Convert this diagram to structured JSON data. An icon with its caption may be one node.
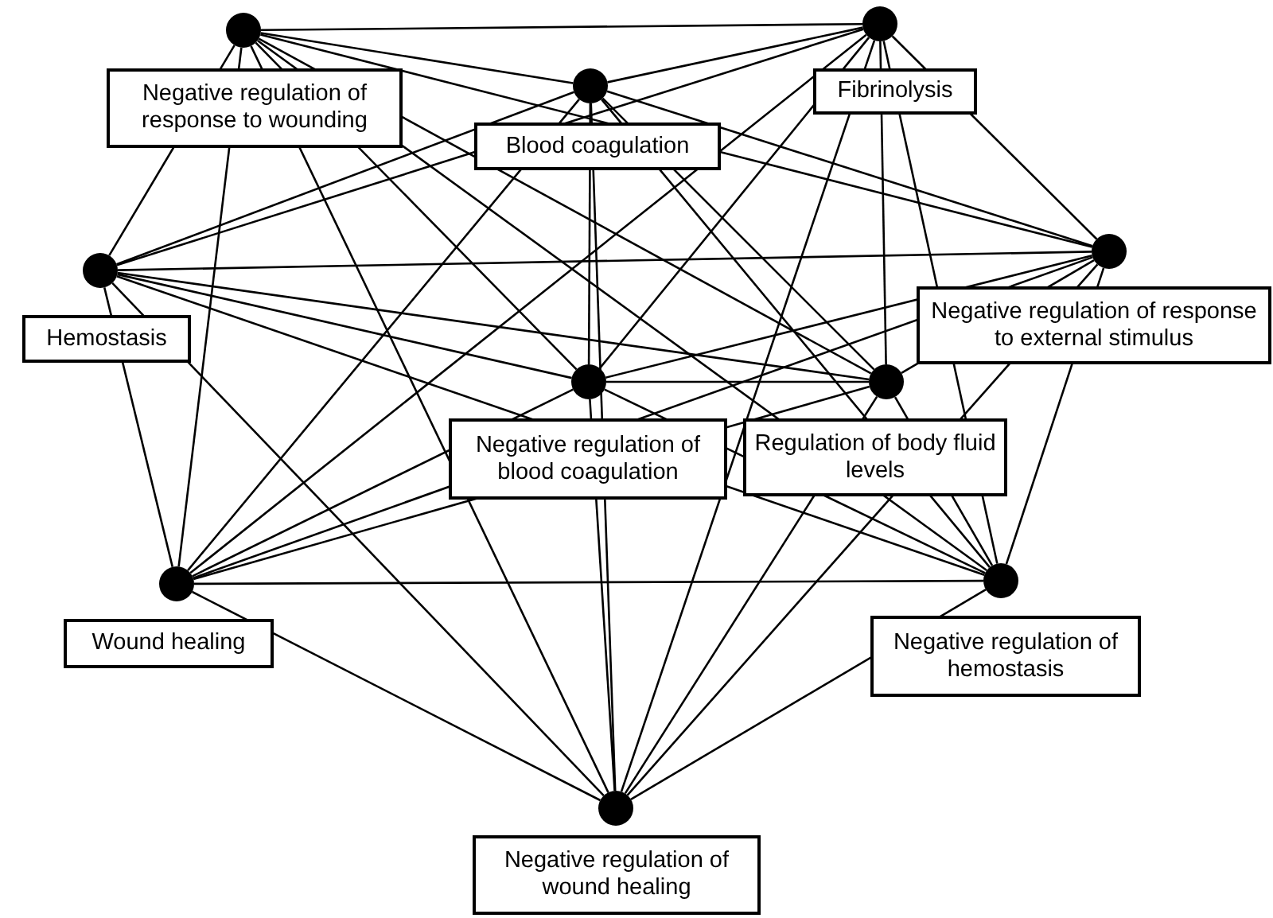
{
  "diagram": {
    "nodes": [
      {
        "text": [],
        "shape": "circle",
        "beside": [
          "Negative regulation of response to wounding"
        ]
      },
      {
        "text": [],
        "shape": "circle",
        "beside": [
          "Fibrinolysis"
        ]
      },
      {
        "text": [],
        "shape": "circle",
        "beside": [
          "Blood coagulation"
        ]
      },
      {
        "text": [],
        "shape": "circle",
        "beside": [
          "Hemostasis"
        ]
      },
      {
        "text": [],
        "shape": "circle",
        "beside": [
          "Negative regulation of response to external stimulus"
        ]
      },
      {
        "text": [],
        "shape": "circle",
        "beside": [
          "Negative regulation of blood coagulation"
        ]
      },
      {
        "text": [],
        "shape": "circle",
        "beside": [
          "Regulation of body fluid levels"
        ]
      },
      {
        "text": [],
        "shape": "circle",
        "beside": [
          "Wound healing"
        ]
      },
      {
        "text": [],
        "shape": "circle",
        "beside": [
          "Negative regulation of hemostasis"
        ]
      },
      {
        "text": [],
        "shape": "circle",
        "beside": [
          "Negative regulation of wound healing"
        ]
      }
    ],
    "edges": [
      {
        "from": 0,
        "to": 1,
        "arrow": "none"
      },
      {
        "from": 0,
        "to": 2,
        "arrow": "none"
      },
      {
        "from": 0,
        "to": 3,
        "arrow": "none"
      },
      {
        "from": 0,
        "to": 4,
        "arrow": "none"
      },
      {
        "from": 0,
        "to": 5,
        "arrow": "none"
      },
      {
        "from": 0,
        "to": 6,
        "arrow": "none"
      },
      {
        "from": 0,
        "to": 7,
        "arrow": "none"
      },
      {
        "from": 0,
        "to": 8,
        "arrow": "none"
      },
      {
        "from": 0,
        "to": 9,
        "arrow": "none"
      },
      {
        "from": 1,
        "to": 2,
        "arrow": "none"
      },
      {
        "from": 1,
        "to": 3,
        "arrow": "none"
      },
      {
        "from": 1,
        "to": 4,
        "arrow": "none"
      },
      {
        "from": 1,
        "to": 5,
        "arrow": "none"
      },
      {
        "from": 1,
        "to": 6,
        "arrow": "none"
      },
      {
        "from": 1,
        "to": 7,
        "arrow": "none"
      },
      {
        "from": 1,
        "to": 8,
        "arrow": "none"
      },
      {
        "from": 1,
        "to": 9,
        "arrow": "none"
      },
      {
        "from": 2,
        "to": 3,
        "arrow": "none"
      },
      {
        "from": 2,
        "to": 4,
        "arrow": "none"
      },
      {
        "from": 2,
        "to": 5,
        "arrow": "none"
      },
      {
        "from": 2,
        "to": 6,
        "arrow": "none"
      },
      {
        "from": 2,
        "to": 7,
        "arrow": "none"
      },
      {
        "from": 2,
        "to": 8,
        "arrow": "none"
      },
      {
        "from": 2,
        "to": 9,
        "arrow": "none"
      },
      {
        "from": 3,
        "to": 4,
        "arrow": "none"
      },
      {
        "from": 3,
        "to": 5,
        "arrow": "none"
      },
      {
        "from": 3,
        "to": 6,
        "arrow": "none"
      },
      {
        "from": 3,
        "to": 7,
        "arrow": "none"
      },
      {
        "from": 3,
        "to": 8,
        "arrow": "none"
      },
      {
        "from": 3,
        "to": 9,
        "arrow": "none"
      },
      {
        "from": 4,
        "to": 5,
        "arrow": "none"
      },
      {
        "from": 4,
        "to": 6,
        "arrow": "none"
      },
      {
        "from": 4,
        "to": 7,
        "arrow": "none"
      },
      {
        "from": 4,
        "to": 8,
        "arrow": "none"
      },
      {
        "from": 4,
        "to": 9,
        "arrow": "none"
      },
      {
        "from": 5,
        "to": 6,
        "arrow": "none"
      },
      {
        "from": 5,
        "to": 7,
        "arrow": "none"
      },
      {
        "from": 5,
        "to": 8,
        "arrow": "none"
      },
      {
        "from": 5,
        "to": 9,
        "arrow": "none"
      },
      {
        "from": 6,
        "to": 7,
        "arrow": "none"
      },
      {
        "from": 6,
        "to": 8,
        "arrow": "none"
      },
      {
        "from": 6,
        "to": 9,
        "arrow": "none"
      },
      {
        "from": 7,
        "to": 8,
        "arrow": "none"
      },
      {
        "from": 7,
        "to": 9,
        "arrow": "none"
      },
      {
        "from": 8,
        "to": 9,
        "arrow": "none"
      }
    ]
  }
}
